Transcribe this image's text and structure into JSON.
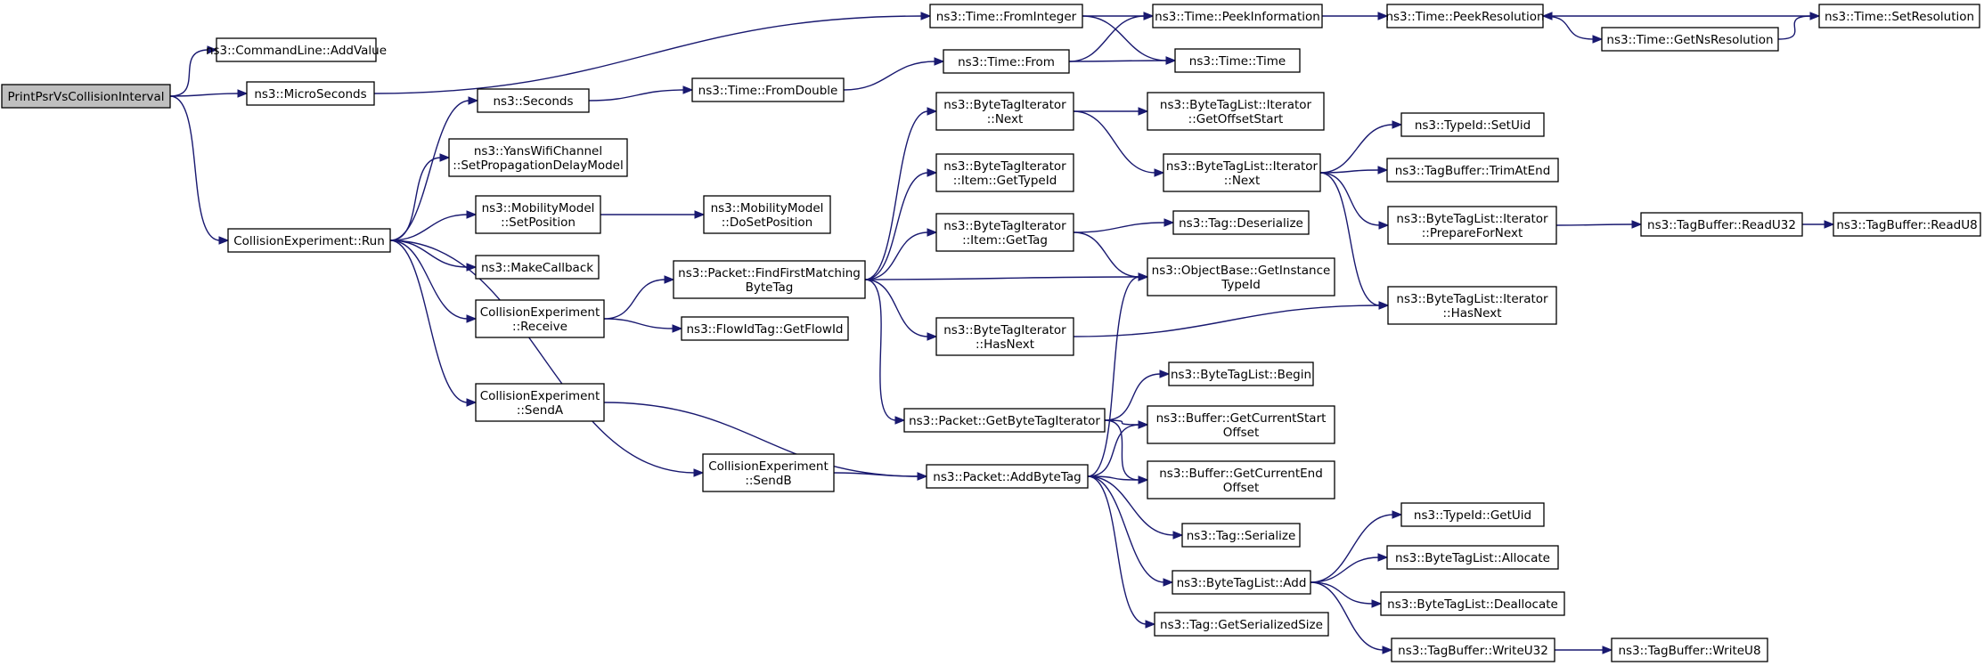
{
  "nodes": [
    {
      "id": "n0",
      "label": [
        "PrintPsrVsCollisionInterval"
      ],
      "root": true
    },
    {
      "id": "n1",
      "label": [
        "ns3::CommandLine::AddValue"
      ]
    },
    {
      "id": "n2",
      "label": [
        "ns3::MicroSeconds"
      ]
    },
    {
      "id": "n3",
      "label": [
        "ns3::Time::FromInteger"
      ]
    },
    {
      "id": "n4",
      "label": [
        "ns3::Time::PeekInformation"
      ]
    },
    {
      "id": "n5",
      "label": [
        "ns3::Time::PeekResolution"
      ]
    },
    {
      "id": "n6",
      "label": [
        "ns3::Time::SetResolution"
      ]
    },
    {
      "id": "n7",
      "label": [
        "ns3::Time::Time"
      ]
    },
    {
      "id": "n8",
      "label": [
        "ns3::Time::GetNsResolution"
      ]
    },
    {
      "id": "n9",
      "label": [
        "ns3::Time::From"
      ]
    },
    {
      "id": "n10",
      "label": [
        "ns3::Seconds"
      ]
    },
    {
      "id": "n11",
      "label": [
        "ns3::Time::FromDouble"
      ]
    },
    {
      "id": "n12",
      "label": [
        "ns3::YansWifiChannel",
        "::SetPropagationDelayModel"
      ]
    },
    {
      "id": "n13",
      "label": [
        "ns3::MobilityModel",
        "::SetPosition"
      ]
    },
    {
      "id": "n14",
      "label": [
        "ns3::MobilityModel",
        "::DoSetPosition"
      ]
    },
    {
      "id": "n15",
      "label": [
        "CollisionExperiment::Run"
      ]
    },
    {
      "id": "n16",
      "label": [
        "ns3::MakeCallback"
      ]
    },
    {
      "id": "n17",
      "label": [
        "CollisionExperiment",
        "::Receive"
      ]
    },
    {
      "id": "n18",
      "label": [
        "ns3::FlowIdTag::GetFlowId"
      ]
    },
    {
      "id": "n19",
      "label": [
        "CollisionExperiment",
        "::SendA"
      ]
    },
    {
      "id": "n20",
      "label": [
        "CollisionExperiment",
        "::SendB"
      ]
    },
    {
      "id": "n21",
      "label": [
        "ns3::Packet::FindFirstMatching",
        "ByteTag"
      ]
    },
    {
      "id": "n22",
      "label": [
        "ns3::ByteTagIterator",
        "::Next"
      ]
    },
    {
      "id": "n23",
      "label": [
        "ns3::ByteTagIterator",
        "::Item::GetTypeId"
      ]
    },
    {
      "id": "n24",
      "label": [
        "ns3::ByteTagIterator",
        "::Item::GetTag"
      ]
    },
    {
      "id": "n25",
      "label": [
        "ns3::ByteTagIterator",
        "::HasNext"
      ]
    },
    {
      "id": "n26",
      "label": [
        "ns3::Packet::GetByteTagIterator"
      ]
    },
    {
      "id": "n27",
      "label": [
        "ns3::Packet::AddByteTag"
      ]
    },
    {
      "id": "n28",
      "label": [
        "ns3::ByteTagList::Iterator",
        "::GetOffsetStart"
      ]
    },
    {
      "id": "n29",
      "label": [
        "ns3::ByteTagList::Iterator",
        "::Next"
      ]
    },
    {
      "id": "n30",
      "label": [
        "ns3::Tag::Deserialize"
      ]
    },
    {
      "id": "n31",
      "label": [
        "ns3::ObjectBase::GetInstance",
        "TypeId"
      ]
    },
    {
      "id": "n32",
      "label": [
        "ns3::ByteTagList::Begin"
      ]
    },
    {
      "id": "n33",
      "label": [
        "ns3::Buffer::GetCurrentStart",
        "Offset"
      ]
    },
    {
      "id": "n34",
      "label": [
        "ns3::Buffer::GetCurrentEnd",
        "Offset"
      ]
    },
    {
      "id": "n35",
      "label": [
        "ns3::Tag::Serialize"
      ]
    },
    {
      "id": "n36",
      "label": [
        "ns3::ByteTagList::Add"
      ]
    },
    {
      "id": "n37",
      "label": [
        "ns3::Tag::GetSerializedSize"
      ]
    },
    {
      "id": "n38",
      "label": [
        "ns3::TypeId::SetUid"
      ]
    },
    {
      "id": "n39",
      "label": [
        "ns3::TagBuffer::TrimAtEnd"
      ]
    },
    {
      "id": "n40",
      "label": [
        "ns3::ByteTagList::Iterator",
        "::PrepareForNext"
      ]
    },
    {
      "id": "n41",
      "label": [
        "ns3::ByteTagList::Iterator",
        "::HasNext"
      ]
    },
    {
      "id": "n42",
      "label": [
        "ns3::TagBuffer::ReadU32"
      ]
    },
    {
      "id": "n43",
      "label": [
        "ns3::TagBuffer::ReadU8"
      ]
    },
    {
      "id": "n44",
      "label": [
        "ns3::TypeId::GetUid"
      ]
    },
    {
      "id": "n45",
      "label": [
        "ns3::ByteTagList::Allocate"
      ]
    },
    {
      "id": "n46",
      "label": [
        "ns3::ByteTagList::Deallocate"
      ]
    },
    {
      "id": "n47",
      "label": [
        "ns3::TagBuffer::WriteU32"
      ]
    },
    {
      "id": "n48",
      "label": [
        "ns3::TagBuffer::WriteU8"
      ]
    }
  ],
  "edges": [
    [
      "n0",
      "n1"
    ],
    [
      "n0",
      "n2"
    ],
    [
      "n0",
      "n15"
    ],
    [
      "n2",
      "n3"
    ],
    [
      "n3",
      "n4"
    ],
    [
      "n3",
      "n7"
    ],
    [
      "n4",
      "n5"
    ],
    [
      "n5",
      "n8"
    ],
    [
      "n6",
      "n5"
    ],
    [
      "n8",
      "n6"
    ],
    [
      "n9",
      "n4"
    ],
    [
      "n9",
      "n7"
    ],
    [
      "n10",
      "n11"
    ],
    [
      "n11",
      "n9"
    ],
    [
      "n13",
      "n14"
    ],
    [
      "n15",
      "n10"
    ],
    [
      "n15",
      "n12"
    ],
    [
      "n15",
      "n13"
    ],
    [
      "n15",
      "n16"
    ],
    [
      "n15",
      "n17"
    ],
    [
      "n15",
      "n19"
    ],
    [
      "n15",
      "n20"
    ],
    [
      "n17",
      "n21"
    ],
    [
      "n17",
      "n18"
    ],
    [
      "n19",
      "n27"
    ],
    [
      "n20",
      "n27"
    ],
    [
      "n21",
      "n22"
    ],
    [
      "n21",
      "n23"
    ],
    [
      "n21",
      "n24"
    ],
    [
      "n21",
      "n31"
    ],
    [
      "n21",
      "n25"
    ],
    [
      "n21",
      "n26"
    ],
    [
      "n22",
      "n28"
    ],
    [
      "n22",
      "n29"
    ],
    [
      "n24",
      "n30"
    ],
    [
      "n24",
      "n31"
    ],
    [
      "n25",
      "n41"
    ],
    [
      "n26",
      "n32"
    ],
    [
      "n26",
      "n33"
    ],
    [
      "n26",
      "n34"
    ],
    [
      "n27",
      "n31"
    ],
    [
      "n27",
      "n33"
    ],
    [
      "n27",
      "n34"
    ],
    [
      "n27",
      "n35"
    ],
    [
      "n27",
      "n36"
    ],
    [
      "n27",
      "n37"
    ],
    [
      "n29",
      "n38"
    ],
    [
      "n29",
      "n39"
    ],
    [
      "n29",
      "n40"
    ],
    [
      "n29",
      "n41"
    ],
    [
      "n36",
      "n44"
    ],
    [
      "n36",
      "n45"
    ],
    [
      "n36",
      "n46"
    ],
    [
      "n36",
      "n47"
    ],
    [
      "n40",
      "n42"
    ],
    [
      "n42",
      "n43"
    ],
    [
      "n47",
      "n48"
    ]
  ]
}
